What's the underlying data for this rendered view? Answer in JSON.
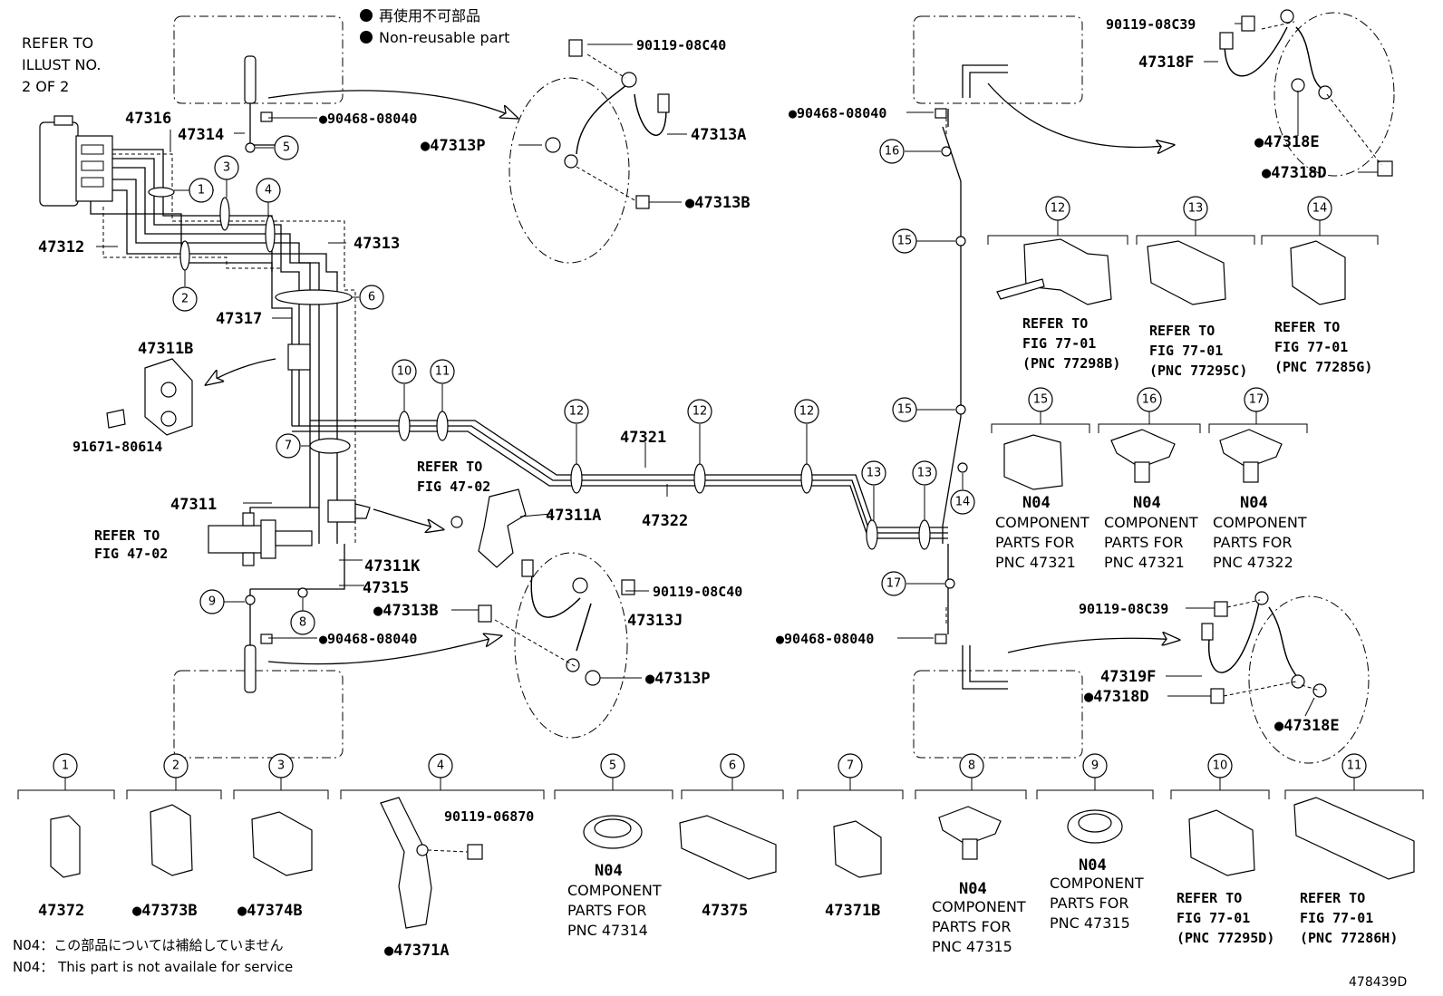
{
  "legend": {
    "jp": "再使用不可部品",
    "en": "Non-reusable part"
  },
  "refer_illust": [
    "REFER TO",
    "ILLUST NO.",
    "2 OF 2"
  ],
  "labels": {
    "p47316": "47316",
    "p47314": "47314",
    "p47312": "47312",
    "p47313": "47313",
    "p47317": "47317",
    "p47311B": "47311B",
    "p91671": "91671-80614",
    "p47311": "47311",
    "p47311A": "47311A",
    "p47311K": "47311K",
    "p47315": "47315",
    "p47321": "47321",
    "p47322": "47322",
    "p47313A": "47313A",
    "p47313B_top": "●47313B",
    "p47313P_top": "●47313P",
    "p90119_08C40_top": "90119-08C40",
    "p90468_top": "●90468-08040",
    "p47313J": "47313J",
    "p47313B_bot": "●47313B",
    "p47313P_bot": "●47313P",
    "p90119_08C40_bot": "90119-08C40",
    "p90468_bot": "●90468-08040",
    "p90468_right_top": "●90468-08040",
    "p90468_right_bot": "●90468-08040",
    "p90119_08C39_top": "90119-08C39",
    "p47318F": "47318F",
    "p47318E_top": "●47318E",
    "p47318D_top": "●47318D",
    "p90119_08C39_bot": "90119-08C39",
    "p47319F": "47319F",
    "p47318D_bot": "●47318D",
    "p47318E_bot": "●47318E",
    "refer_fig_47_02_a": [
      "REFER TO",
      "FIG 47-02"
    ],
    "refer_fig_47_02_b": [
      "REFER TO",
      "FIG 47-02"
    ]
  },
  "callouts": [
    "1",
    "2",
    "3",
    "4",
    "5",
    "6",
    "7",
    "8",
    "9",
    "10",
    "11",
    "12",
    "13",
    "14",
    "15",
    "16",
    "17"
  ],
  "right_clips": [
    {
      "num": "12",
      "lines": [
        "REFER TO",
        "FIG 77-01",
        "(PNC 77298B)"
      ]
    },
    {
      "num": "13",
      "lines": [
        "REFER TO",
        "FIG 77-01",
        "(PNC 77295C)"
      ]
    },
    {
      "num": "14",
      "lines": [
        "REFER TO",
        "FIG 77-01",
        "(PNC 77285G)"
      ]
    },
    {
      "num": "15",
      "code": "N04",
      "lines": [
        "COMPONENT",
        "PARTS FOR",
        "PNC 47321"
      ]
    },
    {
      "num": "16",
      "code": "N04",
      "lines": [
        "COMPONENT",
        "PARTS FOR",
        "PNC 47321"
      ]
    },
    {
      "num": "17",
      "code": "N04",
      "lines": [
        "COMPONENT",
        "PARTS FOR",
        "PNC 47322"
      ]
    }
  ],
  "bottom_parts": [
    {
      "num": "1",
      "label": "47372"
    },
    {
      "num": "2",
      "label": "●47373B"
    },
    {
      "num": "3",
      "label": "●47374B"
    },
    {
      "num": "4",
      "label": "●47371A",
      "sub": "90119-06870"
    },
    {
      "num": "5",
      "code": "N04",
      "lines": [
        "COMPONENT",
        "PARTS FOR",
        "PNC 47314"
      ]
    },
    {
      "num": "6",
      "label": "47375"
    },
    {
      "num": "7",
      "label": "47371B"
    },
    {
      "num": "8",
      "code": "N04",
      "lines": [
        "COMPONENT",
        "PARTS FOR",
        "PNC 47315"
      ]
    },
    {
      "num": "9",
      "code": "N04",
      "lines": [
        "COMPONENT",
        "PARTS FOR",
        "PNC 47315"
      ]
    },
    {
      "num": "10",
      "lines": [
        "REFER TO",
        "FIG 77-01",
        "(PNC 77295D)"
      ]
    },
    {
      "num": "11",
      "lines": [
        "REFER TO",
        "FIG 77-01",
        "(PNC 77286H)"
      ]
    }
  ],
  "footnotes": {
    "jp": "N04：この部品については補給していません",
    "en": "N04： This part is not availale for service"
  },
  "illustration_id": "478439D"
}
